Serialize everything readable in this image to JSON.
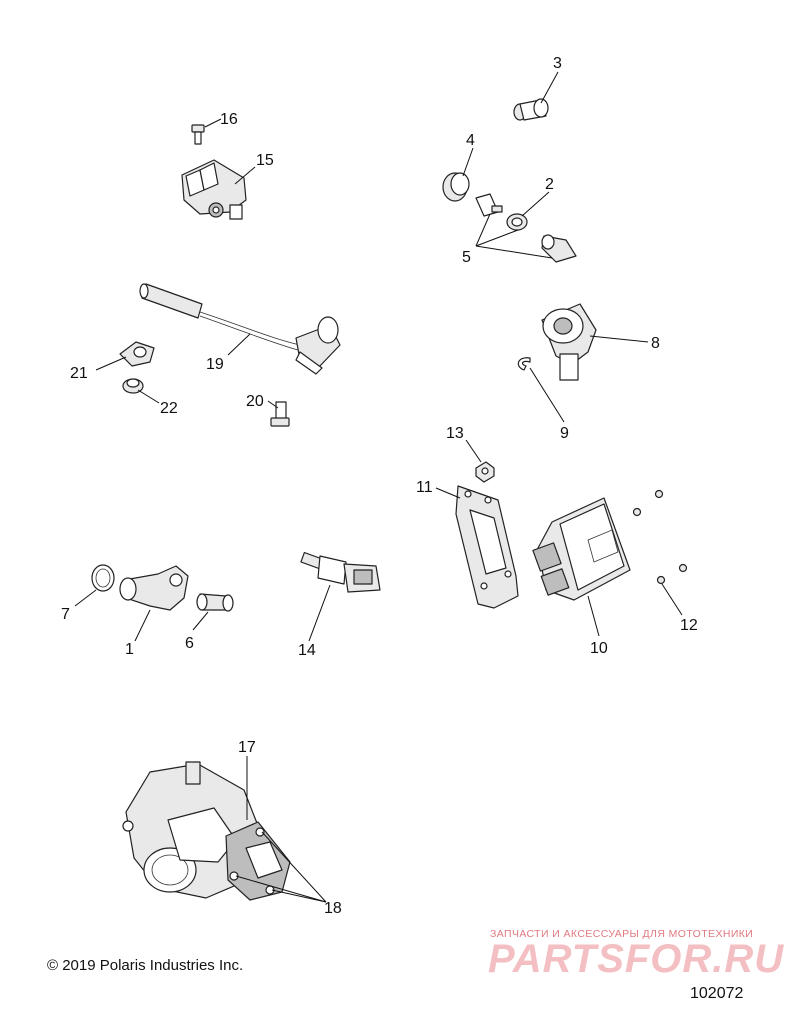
{
  "diagram": {
    "callouts": {
      "c1": "1",
      "c2": "2",
      "c3": "3",
      "c4": "4",
      "c5": "5",
      "c6": "6",
      "c7": "7",
      "c8": "8",
      "c9": "9",
      "c10": "10",
      "c11": "11",
      "c12": "12",
      "c13": "13",
      "c14": "14",
      "c15": "15",
      "c16": "16",
      "c17": "17",
      "c18": "18",
      "c19": "19",
      "c20": "20",
      "c21": "21",
      "c22": "22"
    },
    "copyright": "© 2019 Polaris Industries Inc.",
    "diagram_number": "102072"
  },
  "watermark": {
    "tagline": "ЗАПЧАСТИ И АКСЕССУАРЫ ДЛЯ МОТОТЕХНИКИ",
    "logo": "PARTSFOR.RU",
    "color": "#e07a80"
  }
}
